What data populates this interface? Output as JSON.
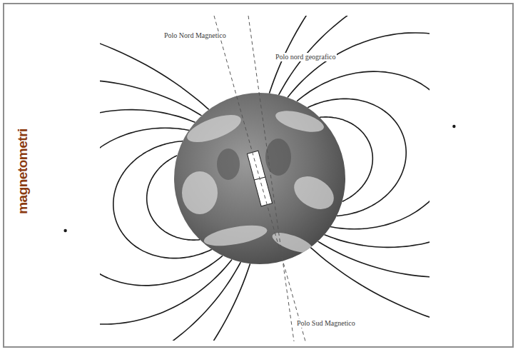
{
  "diagram": {
    "labels": [
      "magnetometri",
      "Polo Nord Magnetico",
      "Polo nord geografico",
      "Polo Sud Magnetico"
    ]
  }
}
